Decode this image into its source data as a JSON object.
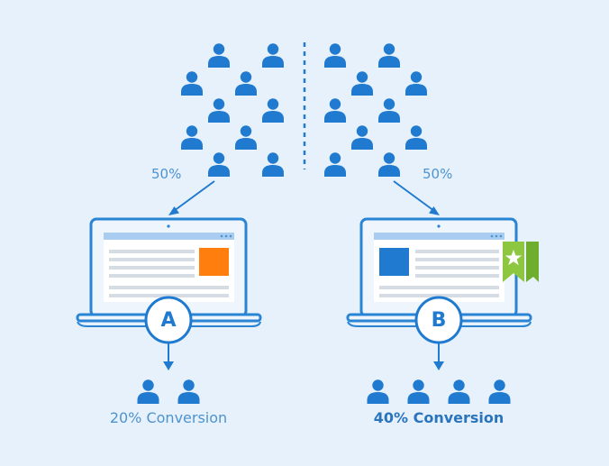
{
  "split": {
    "left_percent": "50%",
    "right_percent": "50%"
  },
  "variant_a": {
    "letter": "A",
    "conversion_label": "20% Conversion",
    "highlight_color": "#ff7e0d",
    "converted_users": 2
  },
  "variant_b": {
    "letter": "B",
    "conversion_label": "40% Conversion",
    "highlight_color": "#1f7ad0",
    "converted_users": 4,
    "badge_icon": "star-bookmark-icon",
    "badge_color": "#8dc63f"
  },
  "colors": {
    "background": "#e6f1fb",
    "primary": "#1f7ad0",
    "outline": "#2a84d4",
    "screen": "#ffffff",
    "text_lines": "#d6dce3"
  },
  "icons": [
    "user-icon",
    "laptop-icon",
    "arrow-icon",
    "star-bookmark-icon"
  ]
}
